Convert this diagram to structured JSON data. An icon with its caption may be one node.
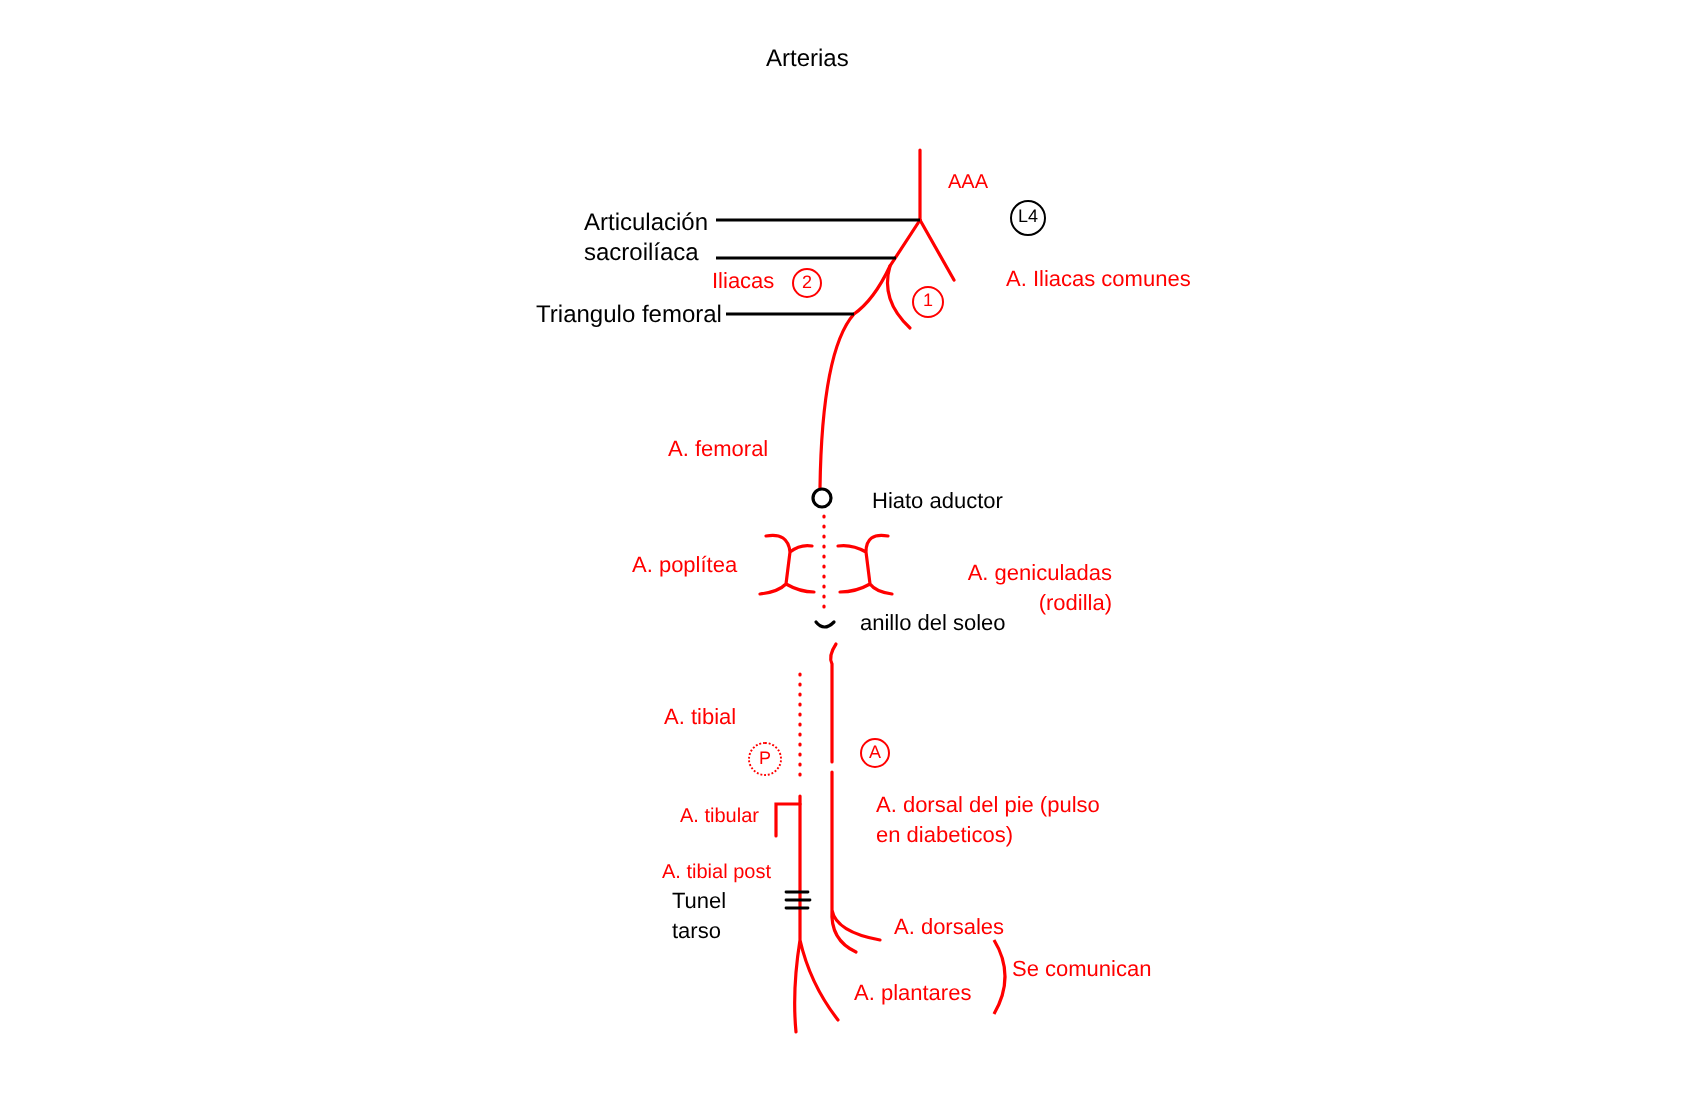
{
  "diagram": {
    "title": "Arterias",
    "nodes": [
      {
        "text": [
          "Articulación sacroilíaca"
        ]
      },
      {
        "text": [
          "Triangulo femoral"
        ]
      },
      {
        "text": [
          "L4"
        ]
      },
      {
        "text": [
          "2"
        ],
        "beside": [
          "Iliacas"
        ]
      },
      {
        "text": [
          "1"
        ]
      },
      {
        "text": [
          "P"
        ],
        "beside": [
          "A. tibial"
        ]
      },
      {
        "text": [
          "A"
        ],
        "beside": [
          "A. dorsal del pie (pulso en diabeticos)"
        ]
      }
    ],
    "edges": [
      {
        "from": 0,
        "to": null,
        "arrow": "none"
      },
      {
        "from": 0,
        "to": null,
        "arrow": "none"
      },
      {
        "from": 1,
        "to": null,
        "arrow": "none"
      }
    ],
    "labels": [
      "AAA",
      "A. Iliacas comunes",
      "A. femoral",
      "Hiato aductor",
      "A. poplítea",
      "A. geniculadas (rodilla)",
      "anillo del soleo",
      "A. tibular",
      "A. tibial post",
      "Tunel tarso",
      "A. dorsales",
      "A. plantares",
      "Se comunican"
    ]
  }
}
